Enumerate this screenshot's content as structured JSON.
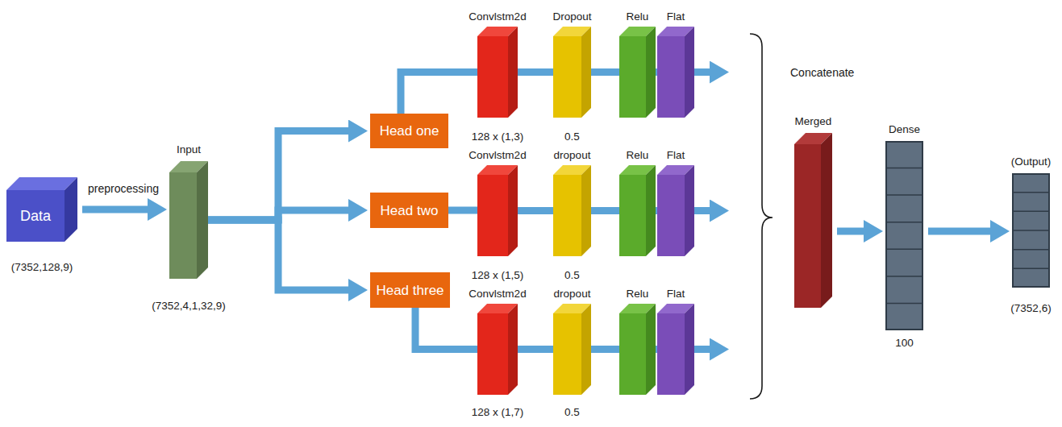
{
  "diagram": {
    "nodes": [
      {
        "text": [
          "Data",
          "(7352,128,9)"
        ]
      },
      {
        "text": [
          "Input",
          "(7352,4,1,32,9)"
        ]
      },
      {
        "text": [
          "Head one"
        ]
      },
      {
        "text": [
          "Head two"
        ]
      },
      {
        "text": [
          "Head three"
        ]
      },
      {
        "text": [
          "Convlstm2d",
          "128 x (1,3)"
        ]
      },
      {
        "text": [
          "Dropout",
          "0.5"
        ]
      },
      {
        "text": [
          "Relu"
        ]
      },
      {
        "text": [
          "Flat"
        ]
      },
      {
        "text": [
          "Convlstm2d",
          "128 x (1,5)"
        ]
      },
      {
        "text": [
          "dropout",
          "0.5"
        ]
      },
      {
        "text": [
          "Relu"
        ]
      },
      {
        "text": [
          "Flat"
        ]
      },
      {
        "text": [
          "Convlstm2d",
          "128 x (1,7)"
        ]
      },
      {
        "text": [
          "dropout",
          "0.5"
        ]
      },
      {
        "text": [
          "Relu"
        ]
      },
      {
        "text": [
          "Flat"
        ]
      },
      {
        "text": [
          "Merged"
        ]
      },
      {
        "text": [
          "Dense",
          "100"
        ]
      },
      {
        "text": [
          "(Output)",
          "(7352,6)"
        ]
      }
    ],
    "edges": [
      {
        "from": 0,
        "to": 1,
        "arrow": "to",
        "label": "preprocessing"
      },
      {
        "from": 1,
        "to": 2,
        "arrow": "to"
      },
      {
        "from": 1,
        "to": 3,
        "arrow": "to"
      },
      {
        "from": 1,
        "to": 4,
        "arrow": "to"
      },
      {
        "from": 2,
        "to": 5,
        "arrow": "none"
      },
      {
        "from": 5,
        "to": 6,
        "arrow": "none"
      },
      {
        "from": 6,
        "to": 7,
        "arrow": "none"
      },
      {
        "from": 7,
        "to": 8,
        "arrow": "none"
      },
      {
        "from": 3,
        "to": 9,
        "arrow": "none"
      },
      {
        "from": 9,
        "to": 10,
        "arrow": "none"
      },
      {
        "from": 10,
        "to": 11,
        "arrow": "none"
      },
      {
        "from": 11,
        "to": 12,
        "arrow": "none"
      },
      {
        "from": 4,
        "to": 13,
        "arrow": "none"
      },
      {
        "from": 13,
        "to": 14,
        "arrow": "none"
      },
      {
        "from": 14,
        "to": 15,
        "arrow": "none"
      },
      {
        "from": 15,
        "to": 16,
        "arrow": "none"
      },
      {
        "from": 17,
        "to": 18,
        "arrow": "to"
      },
      {
        "from": 18,
        "to": 19,
        "arrow": "to"
      }
    ],
    "labels": [
      "Concatenate"
    ]
  }
}
